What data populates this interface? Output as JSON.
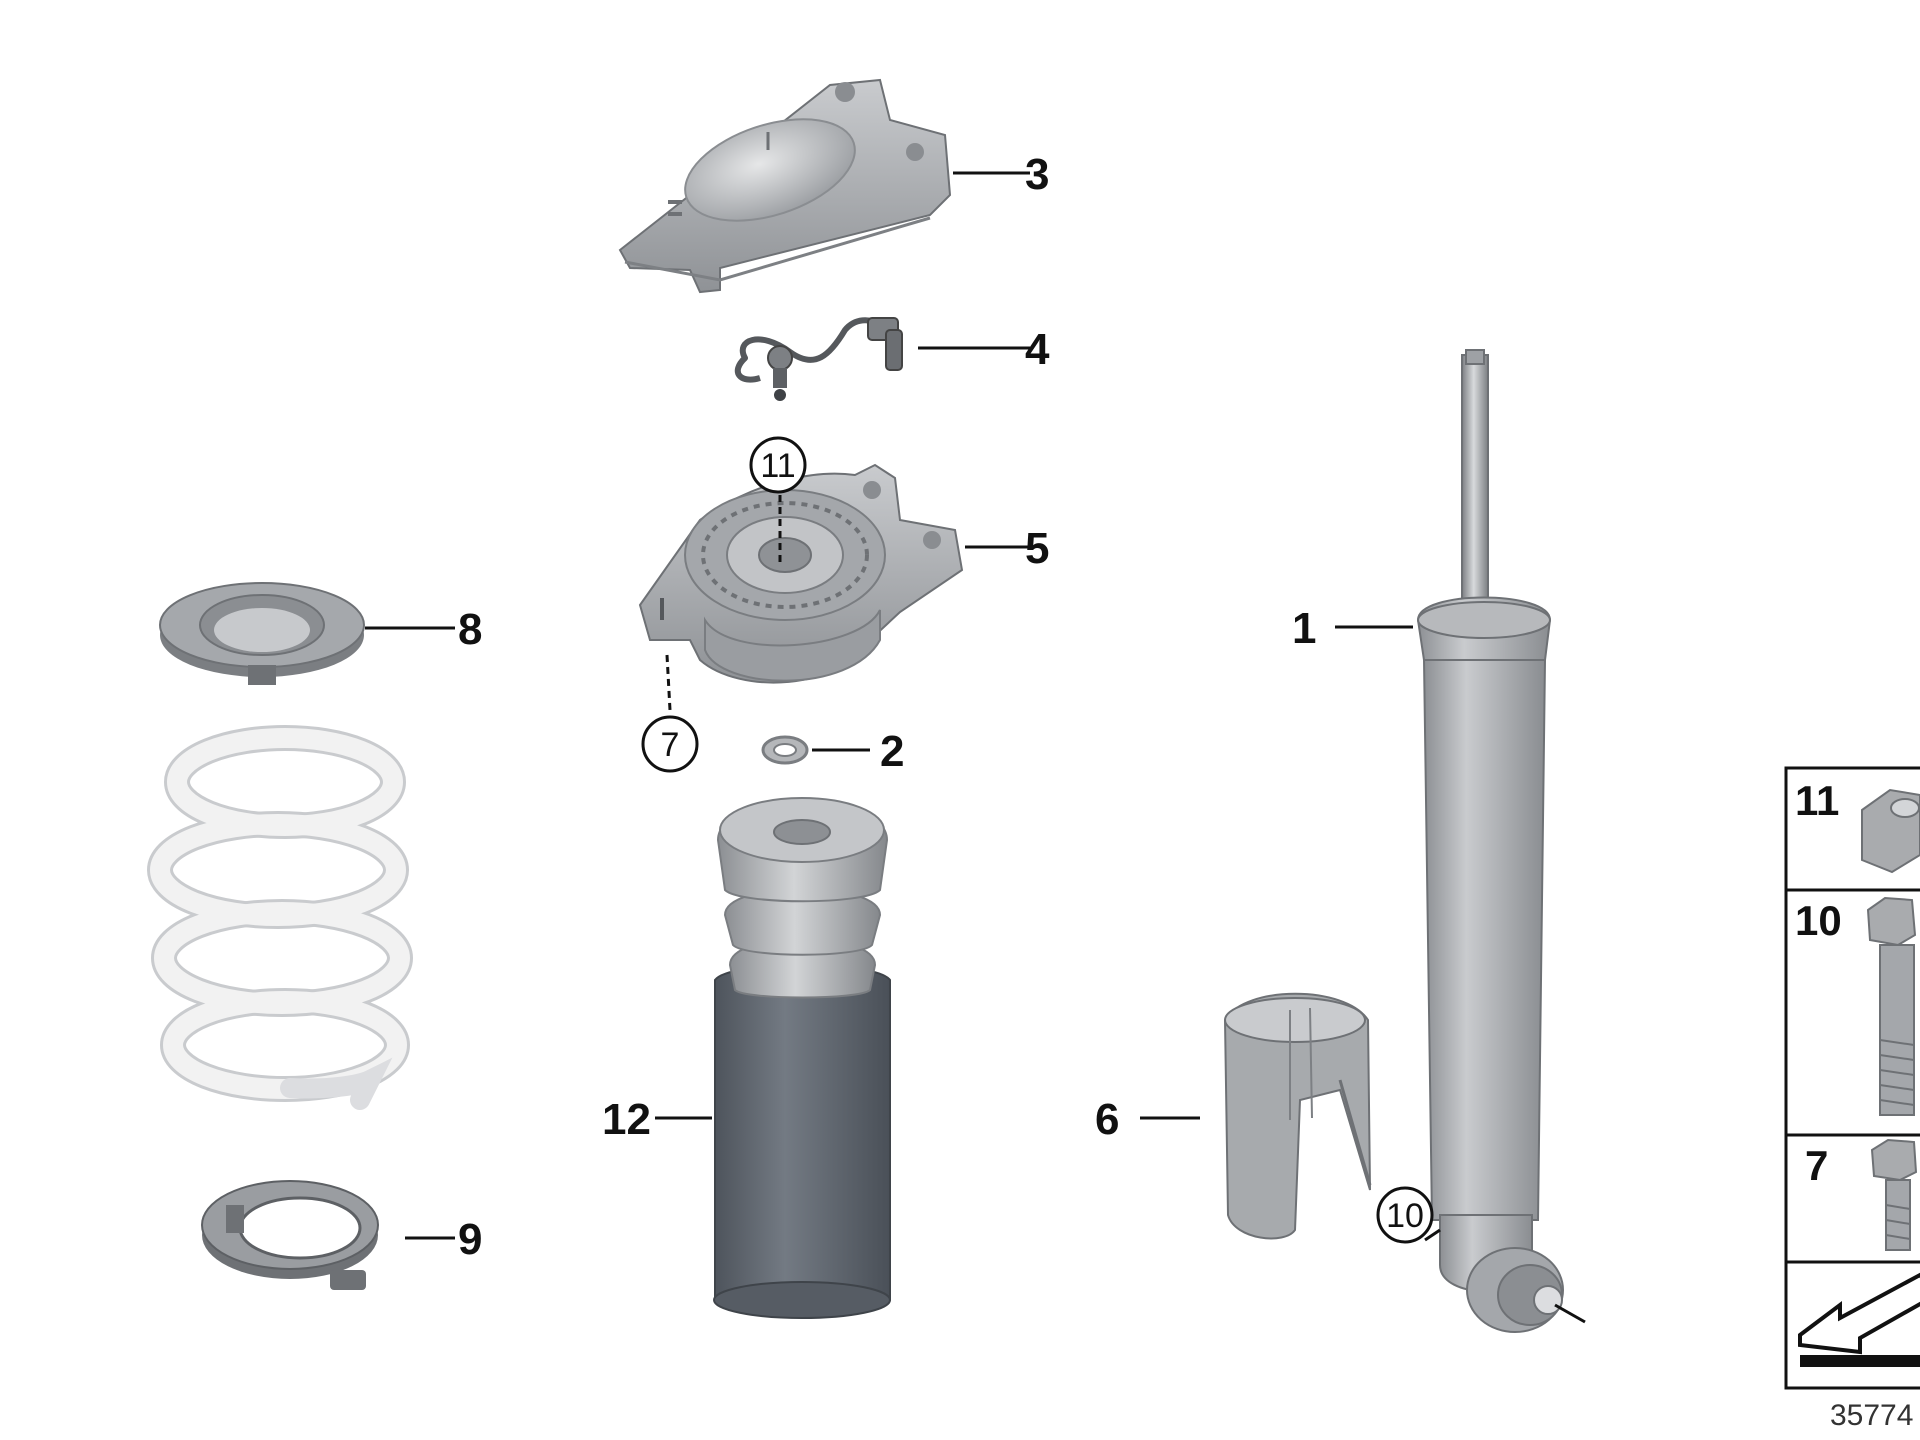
{
  "callouts": {
    "p1": "1",
    "p2": "2",
    "p3": "3",
    "p4": "4",
    "p5": "5",
    "p6": "6",
    "p8": "8",
    "p9": "9",
    "p12": "12"
  },
  "circled": {
    "c11": "11",
    "c7": "7",
    "c10": "10"
  },
  "inset": {
    "labels": [
      "11",
      "10",
      "7"
    ]
  },
  "diagram_id": "35774",
  "colors": {
    "part_gray": "#a9abae",
    "part_light": "#d3d5d8",
    "part_dark": "#6e7175",
    "boot": "#5f6670",
    "spring": "#efefef",
    "line": "#111111"
  }
}
